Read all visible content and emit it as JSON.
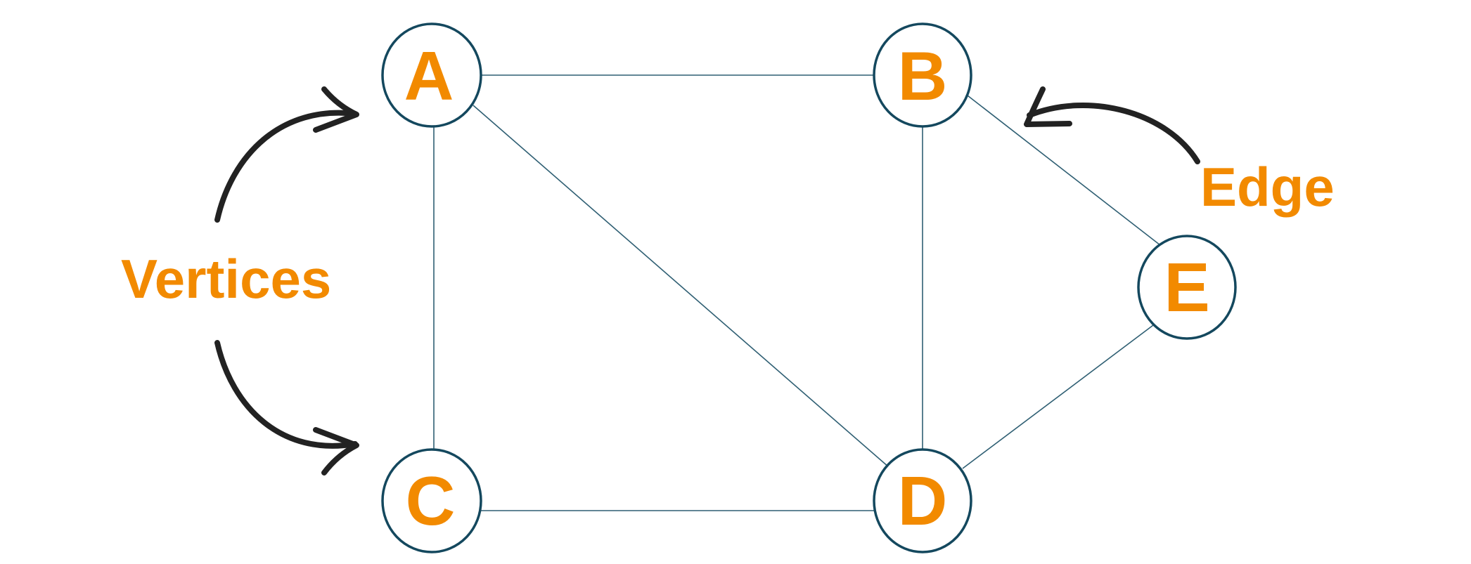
{
  "colors": {
    "label": "#f28a00",
    "node_stroke": "#14485e",
    "edge": "#2f5f73",
    "arrow": "#222222",
    "background": "#ffffff"
  },
  "annotations": {
    "vertices": "Vertices",
    "edge": "Edge"
  },
  "nodes": [
    {
      "id": "A",
      "label": "A"
    },
    {
      "id": "B",
      "label": "B"
    },
    {
      "id": "C",
      "label": "C"
    },
    {
      "id": "D",
      "label": "D"
    },
    {
      "id": "E",
      "label": "E"
    }
  ],
  "edges": [
    {
      "from": "A",
      "to": "B"
    },
    {
      "from": "A",
      "to": "C"
    },
    {
      "from": "A",
      "to": "D"
    },
    {
      "from": "B",
      "to": "D"
    },
    {
      "from": "B",
      "to": "E"
    },
    {
      "from": "C",
      "to": "D"
    },
    {
      "from": "D",
      "to": "E"
    }
  ],
  "icons": [
    "curved-arrow-icon"
  ]
}
